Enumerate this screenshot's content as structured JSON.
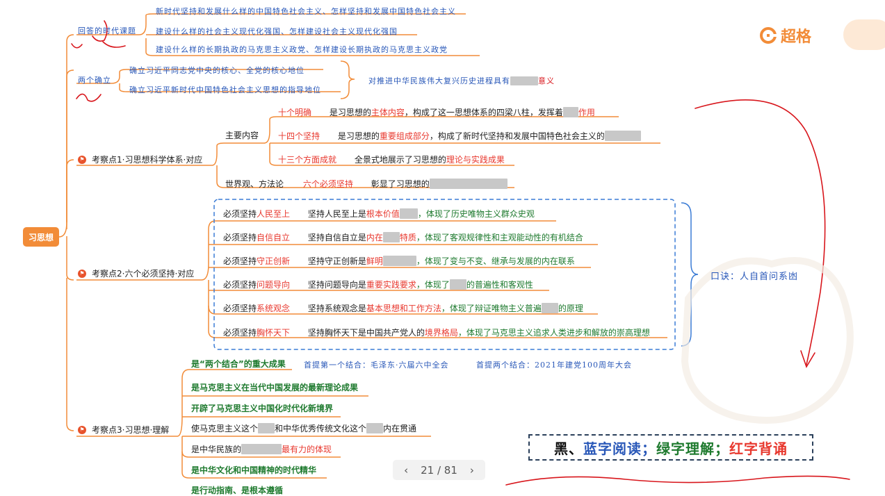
{
  "brand": {
    "name": "超格",
    "logo_icon": "chaoge-logo-icon",
    "accent": "#f28c38"
  },
  "root": "习思想",
  "top_section": {
    "label": "回答的时代课题",
    "items": [
      "新时代坚持和发展什么样的中国特色社会主义、怎样坚持和发展中国特色社会主义",
      "建设什么样的社会主义现代化强国、怎样建设社会主义现代化强国",
      "建设什么样的长期执政的马克思主义政党、怎样建设长期执政的马克思主义政党"
    ]
  },
  "two_establish": {
    "label": "两个确立",
    "items": [
      "确立习近平同志党中央的核心、全党的核心地位",
      "确立习近平新时代中国特色社会主义思想的指导地位"
    ],
    "significance_pre": "对推进中华民族伟大复兴历史进程具有",
    "significance_post": "意义"
  },
  "point1": {
    "label": "考察点1·习思想科学体系·对应",
    "main_content_label": "主要内容",
    "rows": [
      {
        "key": "十个明确",
        "pre": "是习思想的",
        "hl": "主体内容",
        "mid": "，构成了这一思想体系的四梁八柱，发挥着",
        "post": "作用"
      },
      {
        "key": "十四个坚持",
        "pre": "是习思想的",
        "hl": "重要组成部分",
        "mid": "，构成了新时代坚持和发展中国特色社会主义的",
        "post": ""
      },
      {
        "key": "十三个方面成就",
        "pre": "全景式地展示了习思想的",
        "hl": "理论与实践成果",
        "mid": "",
        "post": ""
      }
    ],
    "worldview_label": "世界观、方法论",
    "worldview_key": "六个必须坚持",
    "worldview_text": "彰显了习思想的"
  },
  "point2": {
    "label": "考察点2·六个必须坚持·对应",
    "mnemonic": "口诀：人自首问系",
    "mnemonic_tail": "凼",
    "rows": [
      {
        "prefix": "必须坚持",
        "key": "人民至上",
        "a": "坚持人民至上是",
        "b": "根本价值",
        "c": "，体现了历史唯物主义群众史观"
      },
      {
        "prefix": "必须坚持",
        "key": "自信自立",
        "a": "坚持自信自立是",
        "b": "内在",
        "b2": "特质",
        "c": "，体现了客观规律性和主观能动性的有机结合"
      },
      {
        "prefix": "必须坚持",
        "key": "守正创新",
        "a": "坚持守正创新是",
        "b": "鲜明",
        "c": "，体现了变与不变、继承与发展的内在联系"
      },
      {
        "prefix": "必须坚持",
        "key": "问题导向",
        "a": "坚持问题导向是",
        "b": "重要实践要求",
        "c": "，体现了",
        "c2": "的普遍性和客观性"
      },
      {
        "prefix": "必须坚持",
        "key": "系统观念",
        "a": "坚持系统观念是",
        "b": "基本思想和工作方法",
        "c": "，体现了辩证唯物主义普遍",
        "c2": "的原理"
      },
      {
        "prefix": "必须坚持",
        "key": "胸怀天下",
        "a": "坚持胸怀天下是中国共产党人的",
        "b": "境界格局",
        "c": "，体现了马克思主义追求人类进步和解放的崇高理想"
      }
    ]
  },
  "point3": {
    "label": "考察点3·习思想·理解",
    "items": [
      {
        "text": "是“两个结合”的重大成果",
        "note1": "首提第一个结合：毛泽东·六届六中全会",
        "note2": "首提两个结合：2021年建党100周年大会"
      },
      {
        "text": "是马克思主义在当代中国发展的最新理论成果"
      },
      {
        "text": "开辟了马克思主义中国化时代化新境界"
      },
      {
        "text_a": "使马克思主义这个",
        "text_b": "和中华优秀传统文化这个",
        "text_c": "内在贯通"
      },
      {
        "text_a": "是中华民族的",
        "text_b": "最有力的体现"
      },
      {
        "text": "是中华文化和中国精神的时代精华"
      },
      {
        "text": "是行动指南、是根本遵循"
      }
    ]
  },
  "legend": {
    "black": "黑、",
    "blue": "蓝字阅读；",
    "green": "绿字理解；",
    "red": "红字背诵"
  },
  "pager": {
    "prev": "‹",
    "label": "21 / 81",
    "next": "›"
  },
  "colors": {
    "orange_line": "#f28c38",
    "red": "#e8382e",
    "green": "#1e7a2e",
    "blue": "#2857b8",
    "ink_red": "#d8151b"
  }
}
